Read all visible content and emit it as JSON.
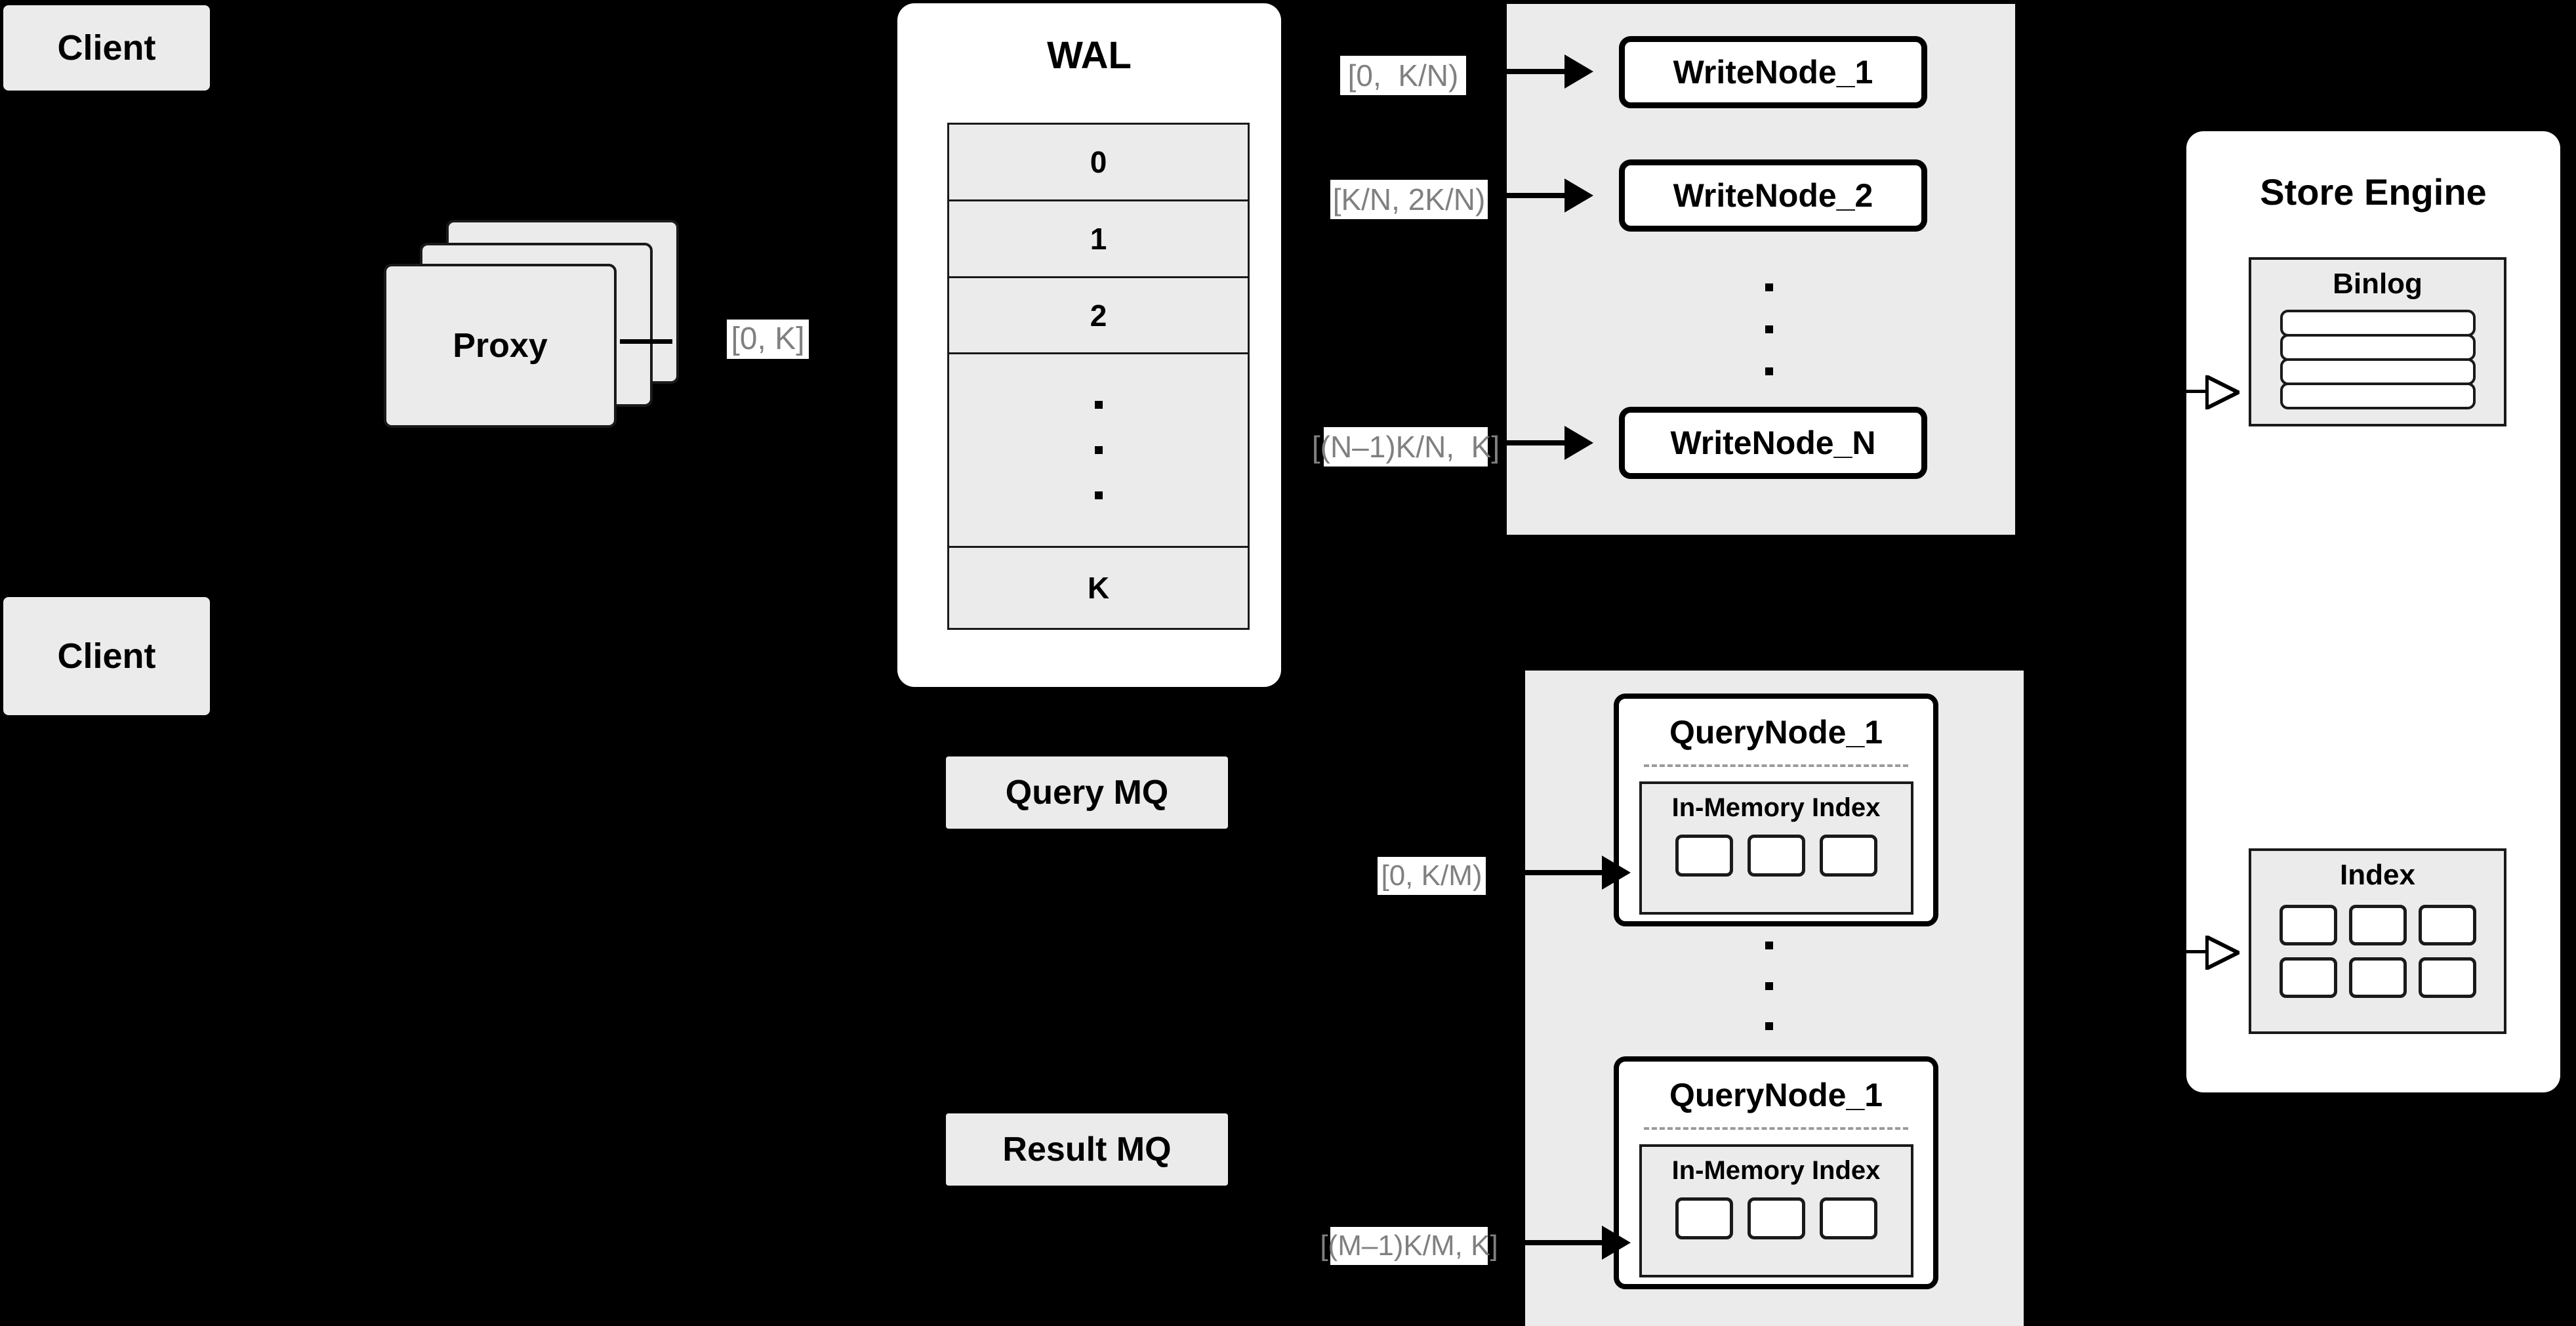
{
  "diagram": {
    "title": "Distributed Write/Query Architecture",
    "background_color": "#000000",
    "panel_color": "#ebebeb",
    "card_color": "#ffffff",
    "label_text_color": "#808080",
    "border_color": "#000000"
  },
  "clients": [
    {
      "label": "Client"
    },
    {
      "label": "Client"
    }
  ],
  "proxy": {
    "label": "Proxy",
    "stack_count": 3
  },
  "range_labels": {
    "proxy_to_wal": "[0, K]",
    "write_1": "[0,  K/N)",
    "write_2": "[K/N, 2K/N)",
    "write_n": "[(N–1)K/N,  K]",
    "query_1": "[0, K/M)",
    "query_m": "[(M–1)K/M, K]"
  },
  "wal": {
    "title": "WAL",
    "rows": [
      "0",
      "1",
      "2",
      "dots",
      "K"
    ]
  },
  "message_queues": [
    {
      "label": "Query MQ"
    },
    {
      "label": "Result MQ"
    }
  ],
  "write_nodes": {
    "items": [
      {
        "label": "WriteNode_1"
      },
      {
        "label": "WriteNode_2"
      },
      {
        "label": "WriteNode_N"
      }
    ],
    "ellipsis_dots": 3
  },
  "query_nodes": {
    "items": [
      {
        "label": "QueryNode_1",
        "index": {
          "title": "In-Memory Index",
          "cell_count": 3
        }
      },
      {
        "label": "QueryNode_1",
        "index": {
          "title": "In-Memory Index",
          "cell_count": 3
        }
      }
    ],
    "ellipsis_dots": 3
  },
  "store_engine": {
    "title": "Store Engine",
    "binlog": {
      "title": "Binlog",
      "bar_count": 4
    },
    "index": {
      "title": "Index",
      "cell_count": 6
    }
  }
}
